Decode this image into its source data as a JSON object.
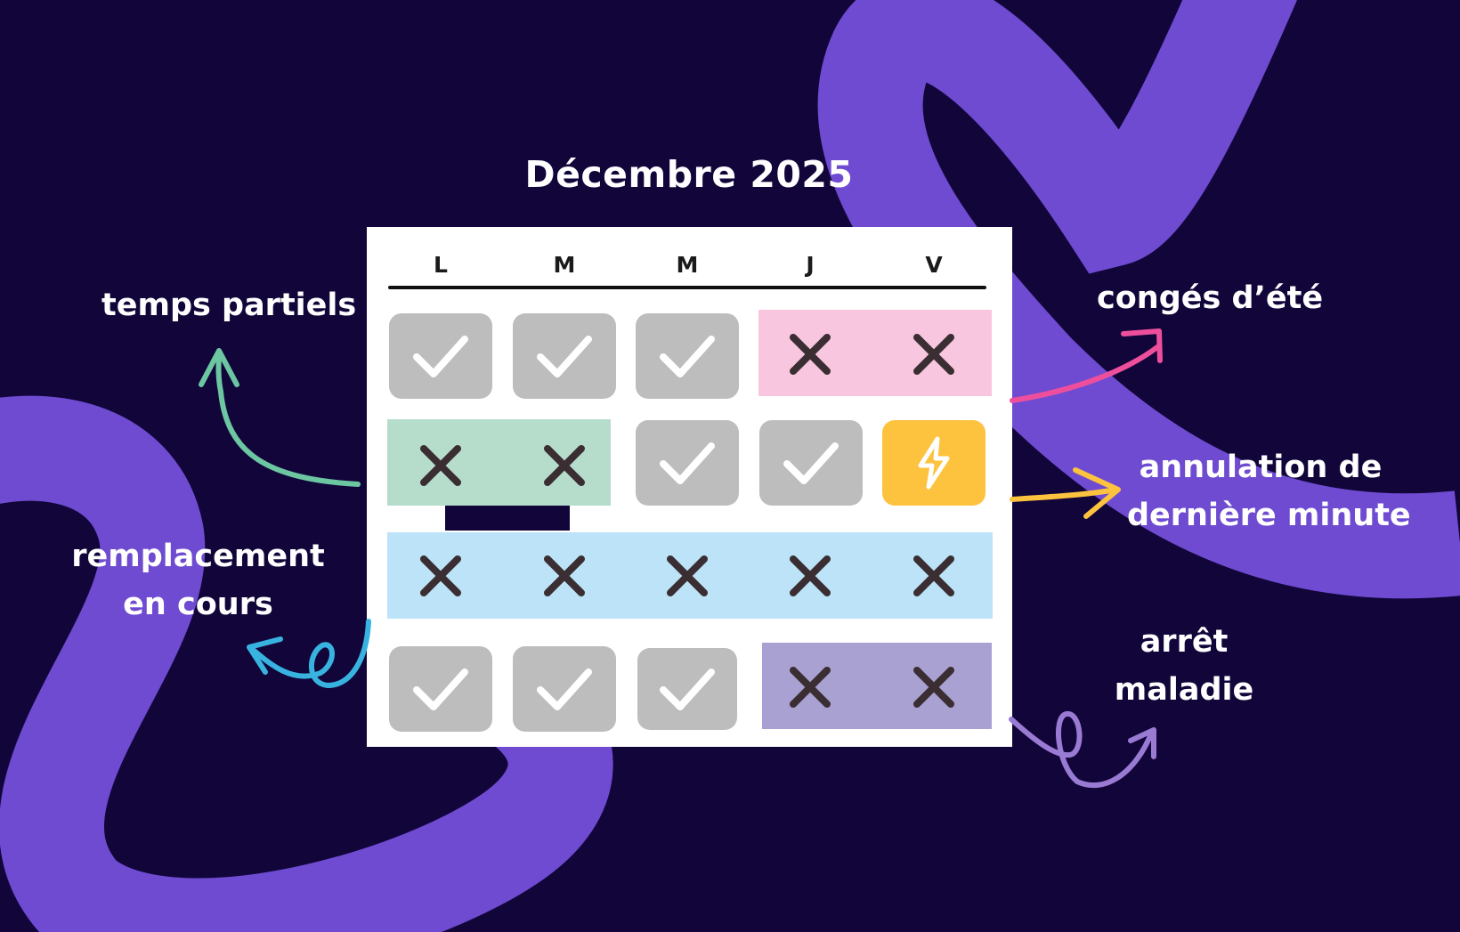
{
  "title": "Décembre 2025",
  "days": [
    "L",
    "M",
    "M",
    "J",
    "V"
  ],
  "annotations": {
    "temps_partiels": "temps partiels",
    "remplacement": [
      "remplacement",
      "en cours"
    ],
    "conges": "congés d’été",
    "annulation": [
      "annulation de",
      "dernière minute"
    ],
    "arret": [
      "arrêt",
      "maladie"
    ]
  },
  "rows": [
    [
      "check",
      "check",
      "check",
      "cross",
      "cross"
    ],
    [
      "cross",
      "cross",
      "check",
      "check",
      "lightning"
    ],
    [
      "cross",
      "cross",
      "cross",
      "cross",
      "cross"
    ],
    [
      "check",
      "check",
      "check",
      "cross",
      "cross"
    ]
  ],
  "colors": {
    "background": "#12053a",
    "swoosh": "#6e4bd1",
    "available_cell": "#bdbdbd",
    "conges_band": "#f8c6de",
    "temps_partiels_band": "#b6ddcc",
    "remplacement_band": "#bce3f7",
    "arret_band": "#a8a1d2",
    "lightning_cell": "#fdc23e",
    "cross_mark": "#3a2e33",
    "arrow_green": "#6cc6a2",
    "arrow_pink": "#ee4f9c",
    "arrow_yellow": "#fdc23e",
    "arrow_blue": "#38b3e0",
    "arrow_purple": "#9a7bd4"
  }
}
